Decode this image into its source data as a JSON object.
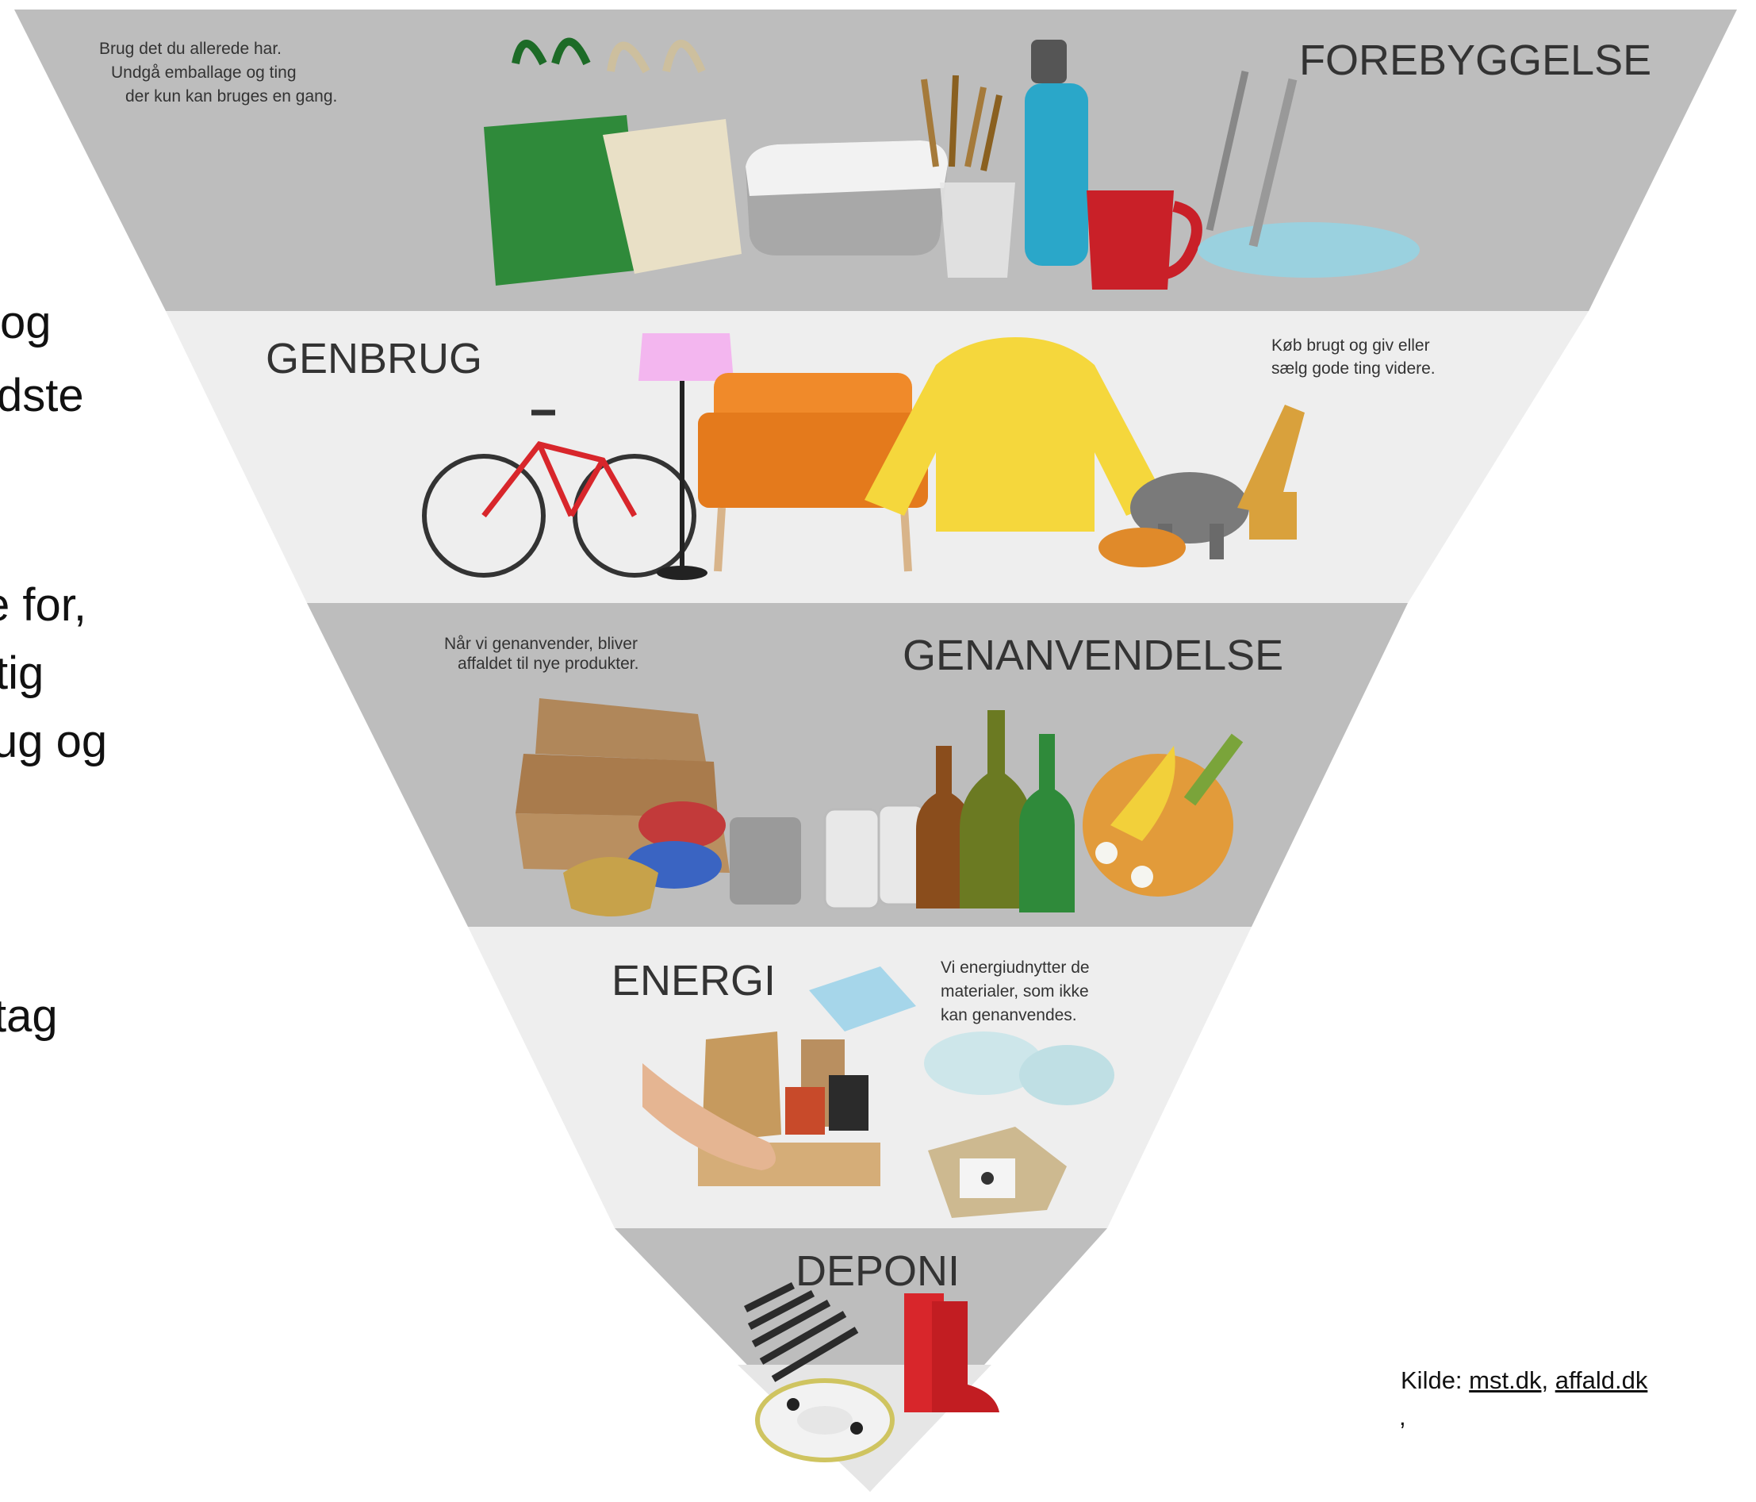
{
  "pyramid": {
    "tiers": [
      {
        "key": "forebyggelse",
        "title": "FOREBYGGELSE",
        "note": [
          "Brug det du allerede har.",
          "Undgå emballage og ting",
          "der kun kan bruges en gang."
        ],
        "color": "#bdbdbd"
      },
      {
        "key": "genbrug",
        "title": "GENBRUG",
        "note": [
          "Køb brugt og giv eller",
          "sælg gode ting  videre."
        ],
        "color": "#eeeeee"
      },
      {
        "key": "genanvendelse",
        "title": "GENANVENDELSE",
        "note": [
          "Når vi genanvender, bliver",
          "affaldet til nye produkter."
        ],
        "color": "#bdbdbd"
      },
      {
        "key": "energi",
        "title": "ENERGI",
        "note": [
          "Vi energiudnytter de",
          "materialer, som ikke",
          "kan genanvendes."
        ],
        "color": "#eeeeee"
      },
      {
        "key": "deponi",
        "title": "DEPONI",
        "note": [],
        "color": "#bdbdbd"
      }
    ]
  },
  "side_text": [
    "og",
    "dste",
    "e for,",
    "tig",
    "ug og",
    "tag"
  ],
  "source": {
    "label": "Kilde: ",
    "link1": "mst.dk",
    "sep": ", ",
    "link2": "affald.dk",
    "trailing": ","
  },
  "colors": {
    "red": "#d8262b",
    "orange": "#f08a2a",
    "yellow": "#f5d73c",
    "green": "#2f8a3a",
    "blue": "#2aa7c9",
    "brown": "#b0875a",
    "text": "#333333"
  }
}
